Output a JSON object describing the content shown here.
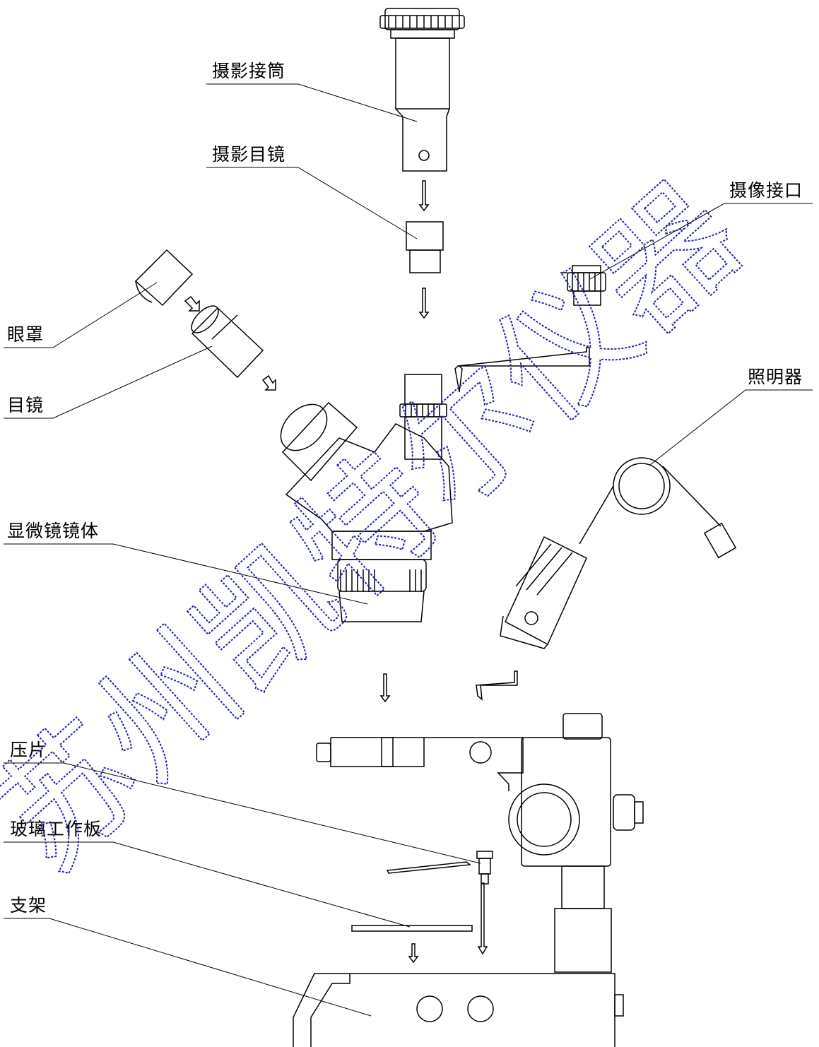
{
  "labels": {
    "camera_tube": "摄影接筒",
    "photo_eyepiece": "摄影目镜",
    "camera_interface": "摄像接口",
    "eye_cup": "眼罩",
    "eyepiece": "目镜",
    "illuminator": "照明器",
    "microscope_body": "显微镜镜体",
    "clamp": "压片",
    "glass_plate": "玻璃工作板",
    "stand": "支架"
  },
  "watermark": {
    "text": "苏州凯特尔仪器",
    "color": "#2323a8"
  }
}
